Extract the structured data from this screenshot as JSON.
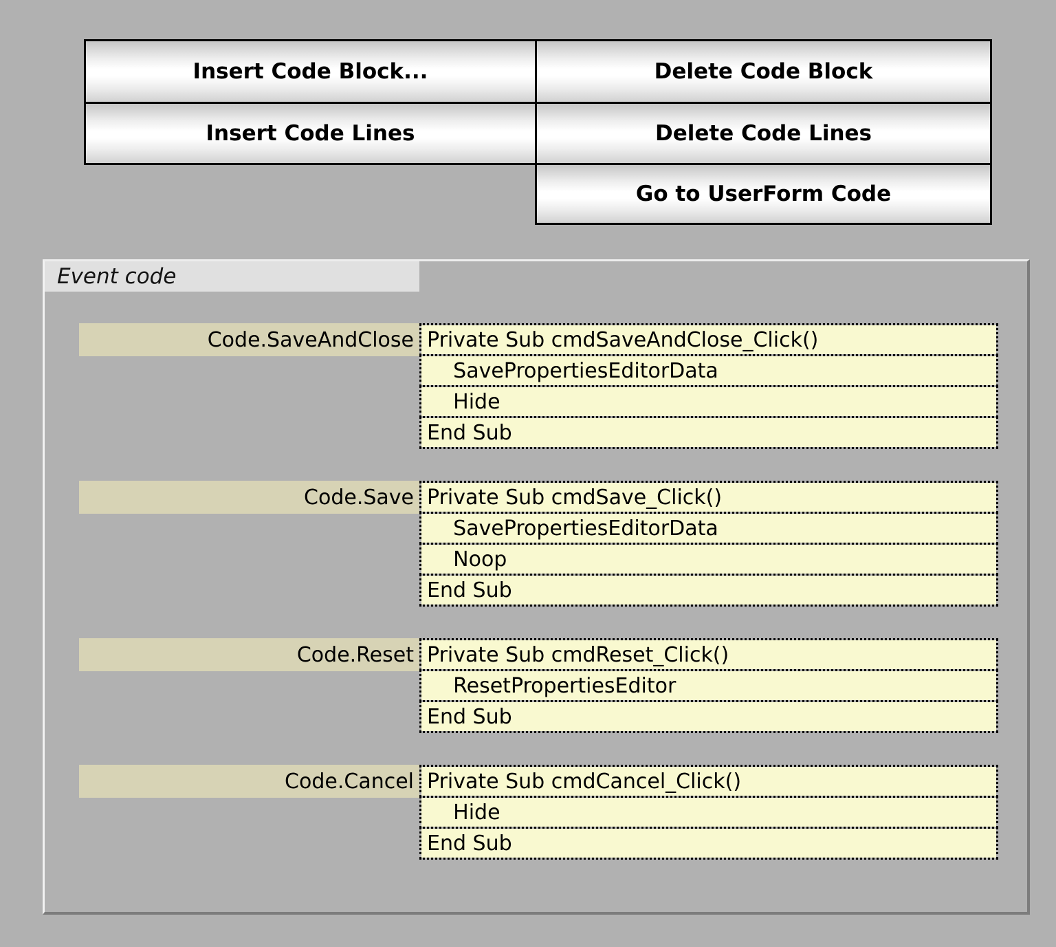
{
  "toolbar": {
    "buttons": [
      {
        "label": "Insert Code Block..."
      },
      {
        "label": "Delete Code Block"
      },
      {
        "label": "Insert Code Lines"
      },
      {
        "label": "Delete Code Lines"
      },
      {
        "label": "Go to UserForm Code"
      }
    ]
  },
  "panel": {
    "title": "Event code",
    "blocks": [
      {
        "label": "Code.SaveAndClose",
        "lines": [
          "Private Sub cmdSaveAndClose_Click()",
          "    SavePropertiesEditorData",
          "    Hide",
          "End Sub"
        ]
      },
      {
        "label": "Code.Save",
        "lines": [
          "Private Sub cmdSave_Click()",
          "    SavePropertiesEditorData",
          "    Noop",
          "End Sub"
        ]
      },
      {
        "label": "Code.Reset",
        "lines": [
          "Private Sub cmdReset_Click()",
          "    ResetPropertiesEditor",
          "End Sub"
        ]
      },
      {
        "label": "Code.Cancel",
        "lines": [
          "Private Sub cmdCancel_Click()",
          "    Hide",
          "End Sub"
        ]
      }
    ]
  },
  "colors": {
    "background": "#b1b1b1",
    "button_border": "#000000",
    "label_cell_bg": "#d7d3b5",
    "code_cell_bg": "#f9f9d0",
    "panel_title_bg": "#e0e0e0",
    "panel_border_dark": "#7c7c7c",
    "panel_border_light": "#ededed"
  }
}
